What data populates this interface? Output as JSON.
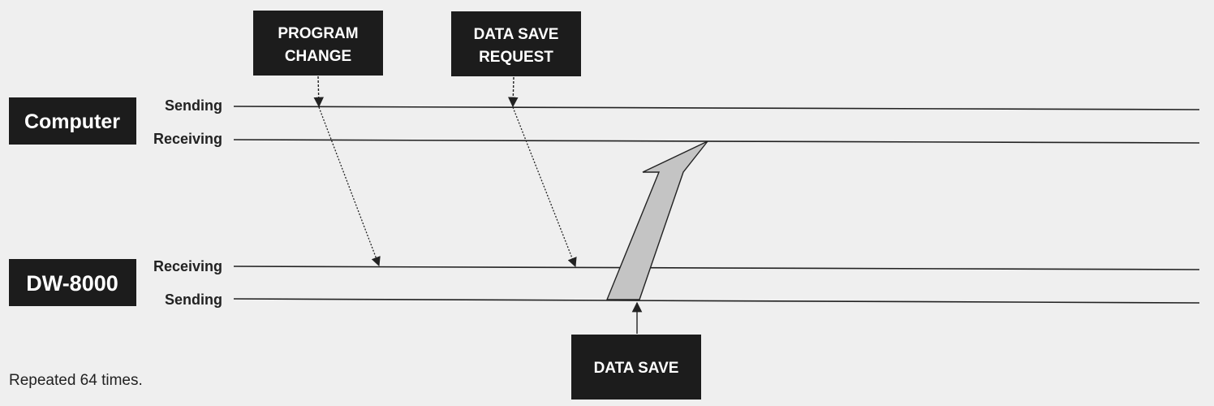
{
  "devices": {
    "computer": {
      "name": "Computer",
      "sending_label": "Sending",
      "receiving_label": "Receiving"
    },
    "dw8000": {
      "name": "DW-8000",
      "receiving_label": "Receiving",
      "sending_label": "Sending"
    }
  },
  "messages": {
    "program_change": [
      "PROGRAM",
      "CHANGE"
    ],
    "data_save_request": [
      "DATA SAVE",
      "REQUEST"
    ],
    "data_save": "DATA SAVE"
  },
  "footnote": "Repeated 64 times.",
  "colors": {
    "background": "#efefef",
    "box_fill": "#1c1c1c",
    "line": "#222222",
    "arrow_fill": "#c4c4c4"
  }
}
